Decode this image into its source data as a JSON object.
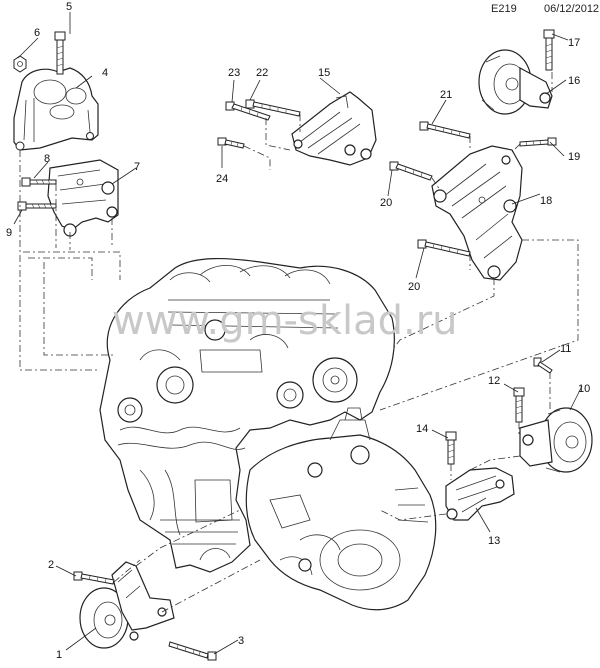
{
  "header": {
    "code": "E219",
    "date": "06/12/2012"
  },
  "watermark": "www.gm-sklad.ru",
  "callouts": {
    "c1": "1",
    "c2": "2",
    "c3": "3",
    "c4": "4",
    "c5": "5",
    "c6": "6",
    "c7": "7",
    "c8": "8",
    "c9": "9",
    "c10": "10",
    "c11": "11",
    "c12": "12",
    "c13": "13",
    "c14": "14",
    "c15": "15",
    "c16": "16",
    "c17": "17",
    "c18": "18",
    "c19": "19",
    "c20a": "20",
    "c20b": "20",
    "c21": "21",
    "c22": "22",
    "c23": "23",
    "c24": "24"
  },
  "colors": {
    "line": "#222222",
    "watermark": "#c8c8c8",
    "background": "#ffffff"
  }
}
